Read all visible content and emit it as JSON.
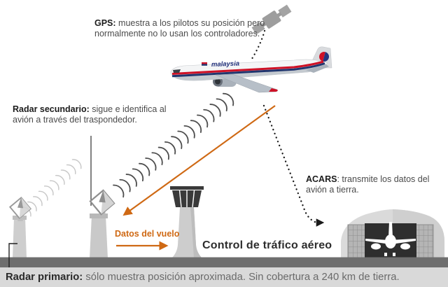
{
  "figure": {
    "annotations": {
      "gps": {
        "title": "GPS:",
        "text": "muestra a los pilotos su posición pero normalmente no lo usan los controladores."
      },
      "secondary_radar": {
        "title": "Radar secundario:",
        "text": "sigue e identifica al avión a través del traspondedor."
      },
      "acars": {
        "title": "ACARS",
        "text": ": transmite los datos del avión a tierra."
      },
      "flight_data": {
        "label": "Datos del vuelo"
      },
      "atc": {
        "label": "Control de tráfico aéreo"
      },
      "primary_radar": {
        "title": "Radar primario:",
        "text": "sólo muestra posición aproximada. Sin cobertura a 240 km de tierra."
      }
    },
    "aircraft": {
      "airline_marking": "malaysia"
    },
    "colors": {
      "accent_orange": "#cf6914",
      "ground_bar": "#6e6e6e",
      "caption_bg": "#d9d9d9",
      "wave_dark": "#4d4d4d",
      "wave_light": "#c8c8c8",
      "livery_red": "#ce1126",
      "livery_blue": "#20356e"
    },
    "icons": {
      "satellite-icon": "gray satellite with solar panels",
      "radar-dish-icon": "tilted radar dish on pedestal",
      "radio-waves-icon": "repeated arc pulses",
      "airplane-icon": "Malaysia Airlines jet side view",
      "control-tower-icon": "airport control tower",
      "hangar-icon": "hangar with airplane silhouette"
    }
  }
}
